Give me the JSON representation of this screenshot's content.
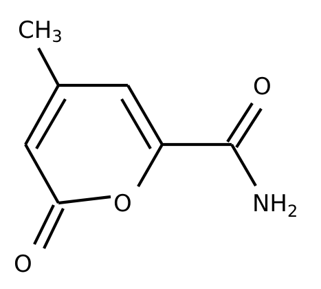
{
  "molecule": {
    "atoms": {
      "methyl": {
        "symbol": "CH",
        "subscript": "3"
      },
      "ring_oxygen": {
        "symbol": "O"
      },
      "carbonyl_oxygen": {
        "symbol": "O"
      },
      "amide_oxygen": {
        "symbol": "O"
      },
      "amide_nitrogen": {
        "symbol": "NH",
        "subscript": "2"
      }
    },
    "colors": {
      "bond": "#000000",
      "label": "#000000",
      "background": "#ffffff"
    }
  }
}
